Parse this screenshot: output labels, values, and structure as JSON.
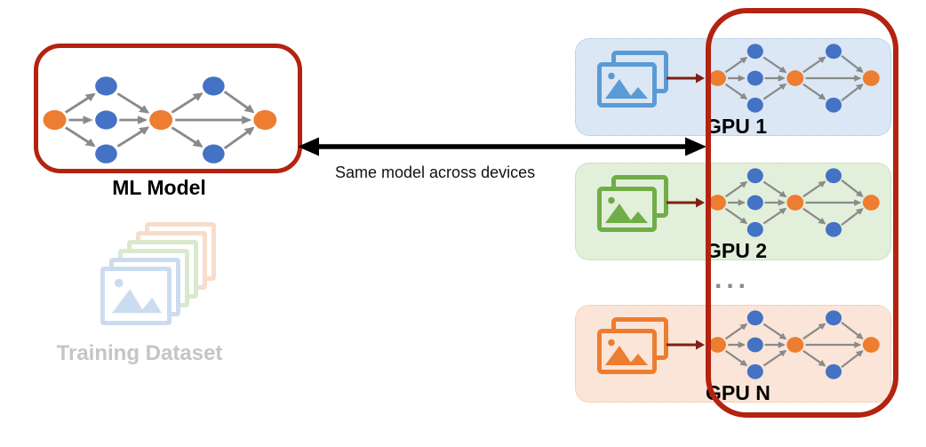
{
  "left": {
    "model_label": "ML Model",
    "dataset_label": "Training Dataset",
    "dataset_icon": "image-stack-pastel-icon"
  },
  "center": {
    "arrow_label": "Same model across devices"
  },
  "right": {
    "ellipsis": "...",
    "rows": [
      {
        "label": "GPU 1",
        "icon": "image-stack-blue-icon"
      },
      {
        "label": "GPU 2",
        "icon": "image-stack-green-icon"
      },
      {
        "label": "GPU N",
        "icon": "image-stack-orange-icon"
      }
    ]
  },
  "colors": {
    "node_blue": "#4472C4",
    "node_orange": "#ED7D31",
    "edge_gray": "#8A8A8A",
    "outline_red": "#B32310",
    "feed_arrow_red": "#7E2015",
    "arrow_black": "#000000",
    "row_blue": "#DBE7F4",
    "row_green": "#E2EFDA",
    "row_orange": "#FBE5D8",
    "icon_blue": "#5B9BD5",
    "icon_green": "#70AD47",
    "icon_orange": "#ED7D31",
    "pale_blue": "#CCDCF0",
    "pale_green": "#D9E9CD",
    "pale_orange": "#F8DDCB",
    "dataset_label_gray": "#C5C5C5",
    "ellipsis_gray": "#8A8A8A"
  }
}
